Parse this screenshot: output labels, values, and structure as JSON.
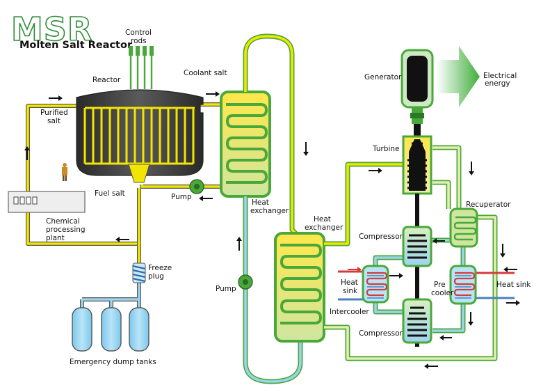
{
  "title": {
    "abbr": "MSR",
    "subtitle": "Molten Salt Reactor"
  },
  "labels": {
    "control_rods_1": "Control",
    "control_rods_2": "rods",
    "reactor": "Reactor",
    "coolant_salt": "Coolant salt",
    "purified_salt_1": "Purified",
    "purified_salt_2": "salt",
    "fuel_salt": "Fuel salt",
    "pump_primary": "Pump",
    "pump_secondary": "Pump",
    "heat_exchanger_1a": "Heat",
    "heat_exchanger_1b": "exchanger",
    "heat_exchanger_2a": "Heat",
    "heat_exchanger_2b": "exchanger",
    "chemical_1": "Chemical",
    "chemical_2": "processing",
    "chemical_3": "plant",
    "freeze_plug_1": "Freeze",
    "freeze_plug_2": "plug",
    "dump_tanks": "Emergency dump tanks",
    "generator": "Generator",
    "electrical_1": "Electrical",
    "electrical_2": "energy",
    "turbine": "Turbine",
    "recuperator": "Recuperator",
    "compressor_top": "Compressor",
    "compressor_bottom": "Compressor",
    "heat_sink_left_1": "Heat",
    "heat_sink_left_2": "sink",
    "intercooler": "Intercooler",
    "pre_cooler_1": "Pre",
    "pre_cooler_2": "cooler",
    "heat_sink_right": "Heat sink"
  },
  "colors": {
    "fuel_salt": "#f2e600",
    "coolant_green": "#4aa83a",
    "reactor_body": "#3a3a3a",
    "cold_blue": "#9ed3ee",
    "hot_red": "#d43b3b",
    "arrow_green": "#3fae3a"
  }
}
